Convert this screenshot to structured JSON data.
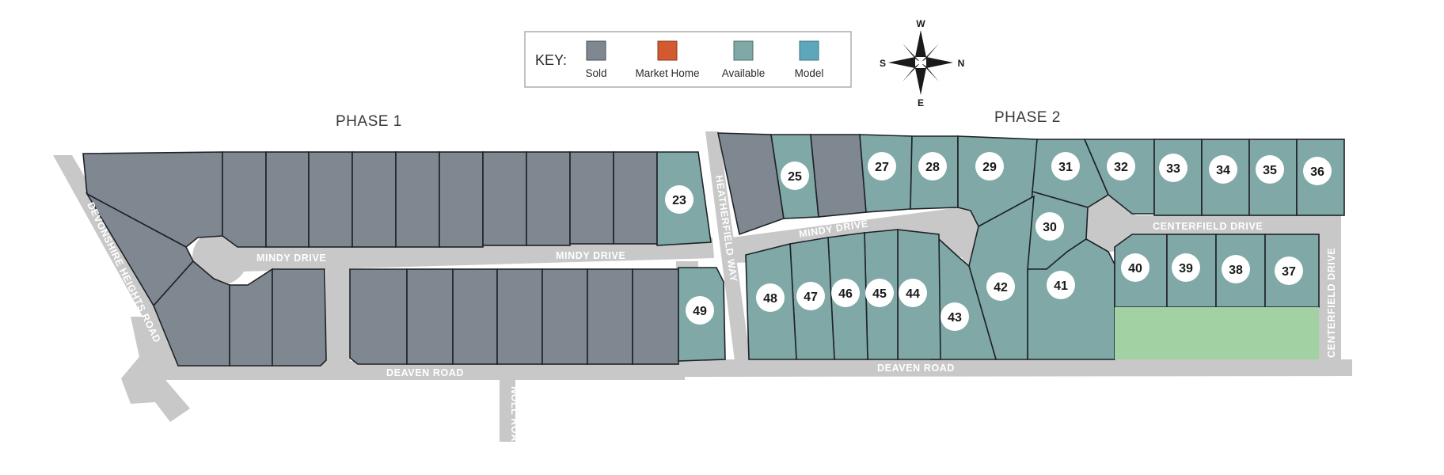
{
  "phases": [
    "PHASE 1",
    "PHASE 2"
  ],
  "key": {
    "title": "KEY:",
    "items": [
      {
        "label": "Sold",
        "color": "#7f8790"
      },
      {
        "label": "Market Home",
        "color": "#d35a2e"
      },
      {
        "label": "Available",
        "color": "#7fa8a7"
      },
      {
        "label": "Model",
        "color": "#5ea7ba"
      }
    ]
  },
  "compass": {
    "w": "W",
    "n": "N",
    "e": "E",
    "s": "S"
  },
  "roads": {
    "mindy_drive": "MINDY DRIVE",
    "deaven_road": "DEAVEN ROAD",
    "devonshire_heights_road": "DEVONSHIRE HEIGHTS ROAD",
    "noll_road": "NOLL ROAD",
    "heatherfield_way": "HEATHERFIELD WAY",
    "centerfield_drive": "CENTERFIELD DRIVE"
  },
  "colors": {
    "sold": "#7f8790",
    "available": "#7fa8a7",
    "road": "#c8c8c8",
    "open_space": "#a2d1a4"
  },
  "lots": [
    "23",
    "25",
    "27",
    "28",
    "29",
    "31",
    "32",
    "33",
    "34",
    "35",
    "36",
    "30",
    "40",
    "39",
    "38",
    "37",
    "41",
    "42",
    "43",
    "44",
    "45",
    "46",
    "47",
    "48",
    "49"
  ]
}
